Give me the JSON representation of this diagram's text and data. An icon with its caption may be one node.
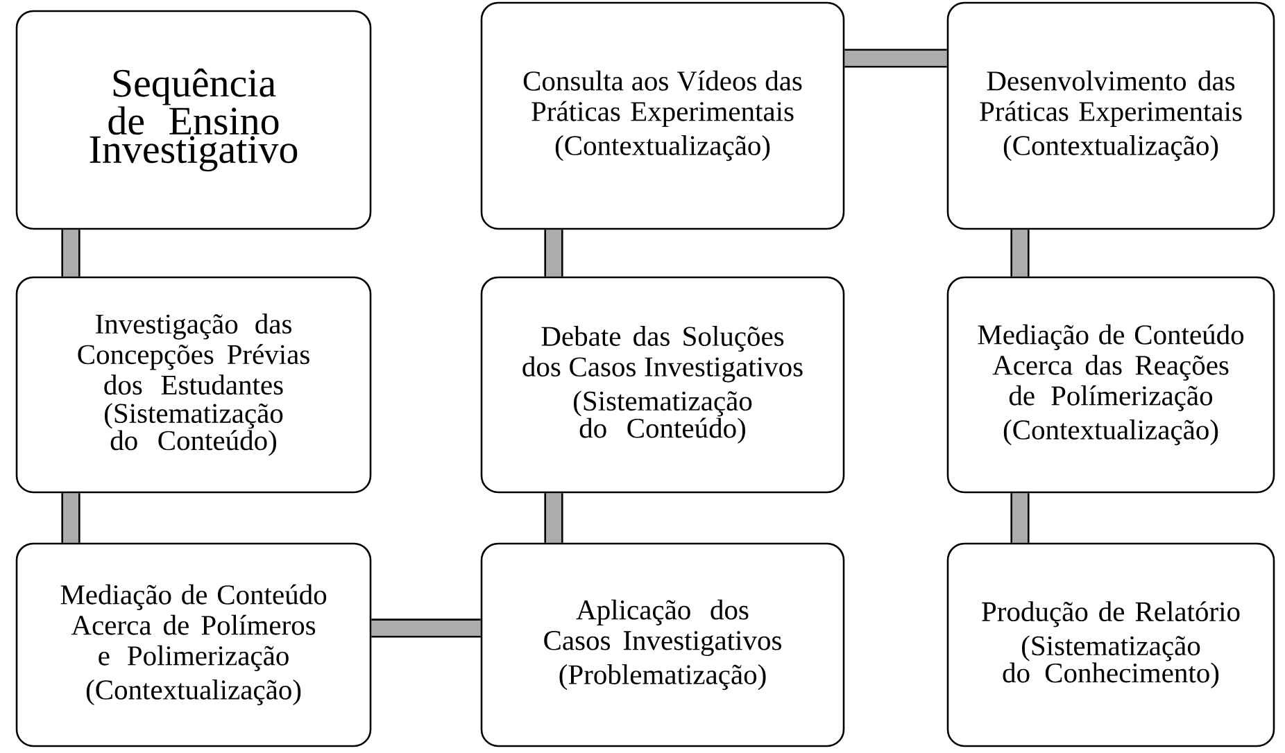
{
  "diagram": {
    "nodes": [
      {
        "text": [
          "Sequência de Ensino Investigativo"
        ]
      },
      {
        "text": [
          "Investigação das Concepções Prévias dos Estudantes",
          "(Sistematização do Conteúdo)"
        ]
      },
      {
        "text": [
          "Mediação de Conteúdo Acerca de Polímeros e Polimerização",
          "(Contextualização)"
        ]
      },
      {
        "text": [
          "Aplicação dos Casos Investigativos",
          "(Problematização)"
        ]
      },
      {
        "text": [
          "Debate das Soluções dos Casos Investigativos",
          "(Sistematização do Conteúdo)"
        ]
      },
      {
        "text": [
          "Consulta aos Vídeos das Práticas Experimentais",
          "(Contextualização)"
        ]
      },
      {
        "text": [
          "Desenvolvimento das Práticas Experimentais",
          "(Contextualização)"
        ]
      },
      {
        "text": [
          "Mediação de Conteúdo Acerca das Reações de Polímerização",
          "(Contextualização)"
        ]
      },
      {
        "text": [
          "Produção de Relatório",
          "(Sistematização do Conhecimento)"
        ]
      }
    ],
    "edges": [
      {
        "from": 0,
        "to": 1,
        "arrow": "none"
      },
      {
        "from": 1,
        "to": 2,
        "arrow": "none"
      },
      {
        "from": 2,
        "to": 3,
        "arrow": "none"
      },
      {
        "from": 3,
        "to": 4,
        "arrow": "none"
      },
      {
        "from": 4,
        "to": 5,
        "arrow": "none"
      },
      {
        "from": 5,
        "to": 6,
        "arrow": "none"
      },
      {
        "from": 6,
        "to": 7,
        "arrow": "none"
      },
      {
        "from": 7,
        "to": 8,
        "arrow": "none"
      }
    ]
  }
}
